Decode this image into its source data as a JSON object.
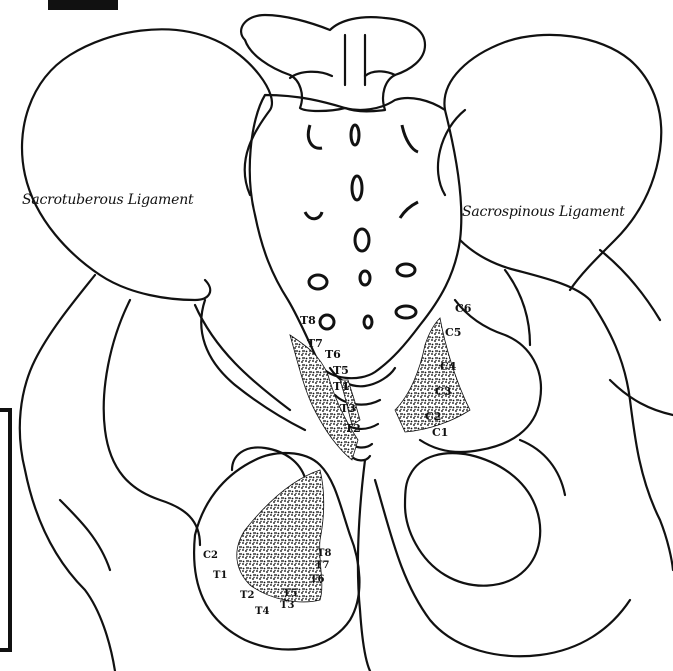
{
  "labels": {
    "sacrotuberous": "Sacrotuberous Ligament",
    "sacrospinous": "Sacrospinous Ligament"
  },
  "points": {
    "t8_top": "T8",
    "t7_top": "T7",
    "t6_top": "T6",
    "t5_top": "T5",
    "t4_top": "T4",
    "t3_top": "T3",
    "t2_top": "T2",
    "c6": "C6",
    "c5": "C5",
    "c4": "C4",
    "c3": "C3",
    "c2": "C2",
    "c1": "C1",
    "c2_low": "C2",
    "t1_low": "T1",
    "t2_low": "T2",
    "t3_low": "T3",
    "t4_low": "T4",
    "t5_low": "T5",
    "t6_low": "T6",
    "t7_low": "T7",
    "t8_low": "T8"
  },
  "colors": {
    "ink": "#111111",
    "background": "#ffffff"
  }
}
